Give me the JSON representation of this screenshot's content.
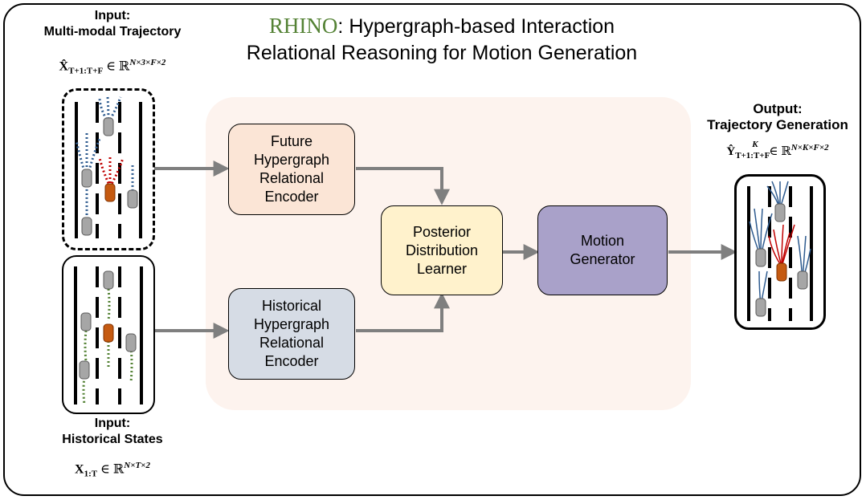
{
  "title": {
    "brand": "RHINO",
    "rest": ": Hypergraph-based Interaction",
    "line2": "Relational Reasoning for Motion Generation"
  },
  "input_multimodal": {
    "label_line1": "Input:",
    "label_line2": "Multi-modal Trajectory",
    "formula_var": "X̂",
    "formula_sub": "T+1:T+F",
    "formula_set": " ∈ ℝ",
    "formula_sup": "N×3×F×2"
  },
  "input_history": {
    "label_line1": "Input:",
    "label_line2": "Historical States",
    "formula_var": "X",
    "formula_sub": "1:T",
    "formula_set": " ∈ ℝ",
    "formula_sup": "N×T×2"
  },
  "output": {
    "label_line1": "Output:",
    "label_line2": "Trajectory Generation",
    "formula_var": "Ŷ",
    "formula_sub": "T+1:T+F",
    "formula_supk": "K",
    "formula_set": " ∈ ℝ",
    "formula_sup": "N×K×F×2"
  },
  "boxes": {
    "future_encoder": "Future\nHypergraph\nRelational\nEncoder",
    "historical_encoder": "Historical\nHypergraph\nRelational\nEncoder",
    "posterior": "Posterior\nDistribution\nLearner",
    "motion_generator": "Motion\nGenerator"
  },
  "colors": {
    "future_encoder": "#fbe5d6",
    "historical_encoder": "#d6dce5",
    "posterior": "#fff2cc",
    "motion_generator": "#a9a1c9",
    "panel": "#fdf3ee",
    "arrow": "#7f7f7f",
    "blue_traj": "#2e5b8f",
    "red_traj": "#c00000",
    "green_traj": "#548235",
    "ego_car": "#c55a11",
    "car": "#a6a6a6",
    "brand": "#548235"
  }
}
